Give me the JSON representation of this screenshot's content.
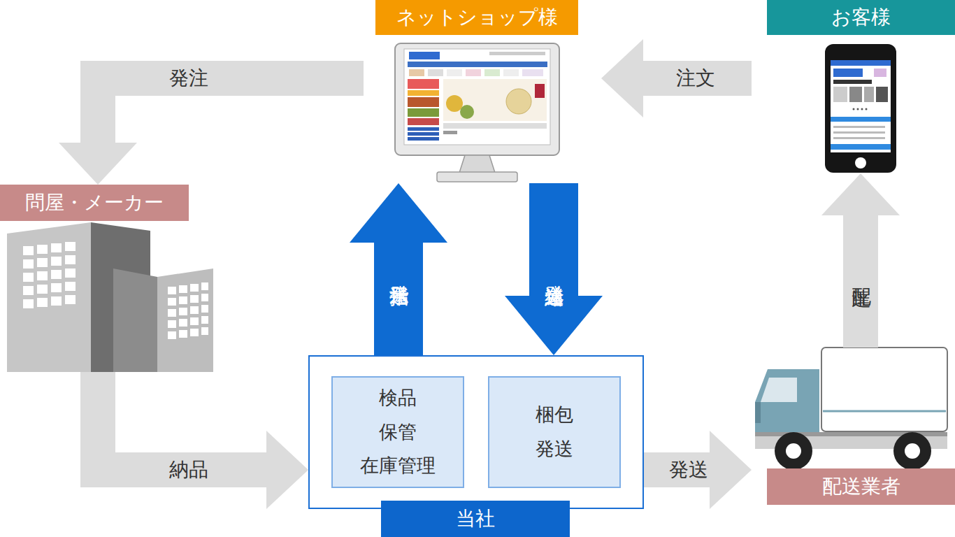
{
  "diagram": {
    "nodes": [
      {
        "text": [
          "ネットショップ様"
        ]
      },
      {
        "text": [
          "お客様"
        ]
      },
      {
        "text": [
          "問屋・メーカー"
        ]
      },
      {
        "text": [
          "当社"
        ]
      },
      {
        "text": [
          "検品 保管 在庫管理"
        ],
        "in": 3
      },
      {
        "text": [
          "梱包 発送"
        ],
        "in": 3
      },
      {
        "text": [
          "配送業者"
        ]
      }
    ],
    "edges": [
      {
        "from": 1,
        "to": 0,
        "label": "注文",
        "arrow": "to"
      },
      {
        "from": 0,
        "to": 2,
        "label": "発注",
        "arrow": "to"
      },
      {
        "from": 3,
        "to": 0,
        "label": "発送指示",
        "arrow": "to"
      },
      {
        "from": 0,
        "to": 3,
        "label": "発送連絡",
        "arrow": "to"
      },
      {
        "from": 2,
        "to": 3,
        "label": "納品",
        "arrow": "to"
      },
      {
        "from": 3,
        "to": 6,
        "label": "発送",
        "arrow": "to"
      },
      {
        "from": 6,
        "to": 1,
        "label": "配達",
        "arrow": "to"
      }
    ]
  }
}
